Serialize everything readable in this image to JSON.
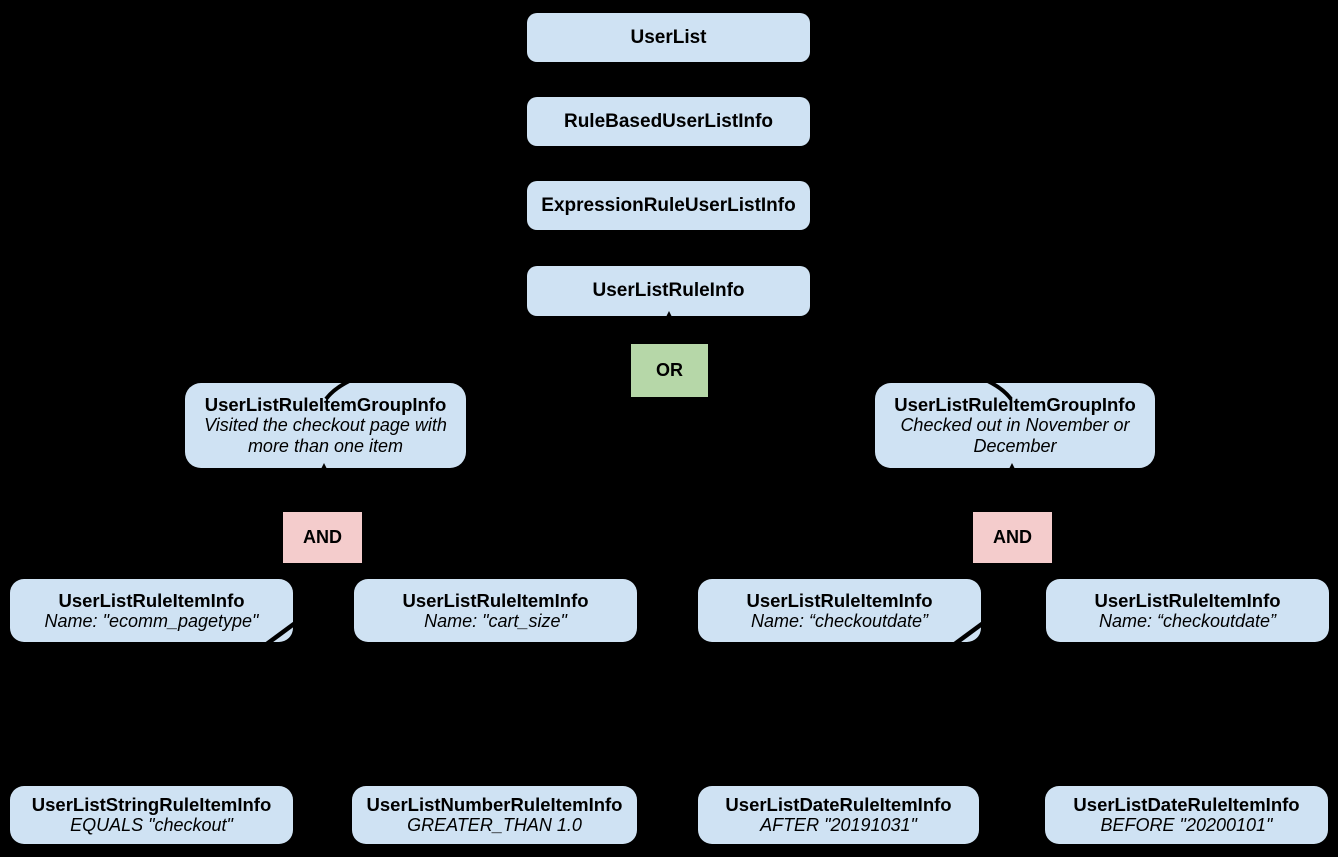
{
  "diagram": {
    "background_color": "#000000",
    "colors": {
      "class_box_fill": "#cfe2f3",
      "or_operator_fill": "#b6d7a8",
      "and_operator_fill": "#f4cccc",
      "text": "#000000",
      "connector": "#000000"
    },
    "nodes": {
      "user_list": {
        "title": "UserList"
      },
      "rule_based_user_list_info": {
        "title": "RuleBasedUserListInfo"
      },
      "expression_rule_user_list_info": {
        "title": "ExpressionRuleUserListInfo"
      },
      "user_list_rule_info": {
        "title": "UserListRuleInfo"
      },
      "or_operator": {
        "label": "OR"
      },
      "group_left": {
        "title": "UserListRuleItemGroupInfo",
        "description_lines": [
          "Visited the checkout page with",
          "more than one item"
        ]
      },
      "group_right": {
        "title": "UserListRuleItemGroupInfo",
        "description_lines": [
          "Checked out in November or",
          "December"
        ]
      },
      "and_left": {
        "label": "AND"
      },
      "and_right": {
        "label": "AND"
      },
      "rule_item_1": {
        "title": "UserListRuleItemInfo",
        "description": "Name: \"ecomm_pagetype\""
      },
      "rule_item_2": {
        "title": "UserListRuleItemInfo",
        "description": "Name: \"cart_size\""
      },
      "rule_item_3": {
        "title": "UserListRuleItemInfo",
        "description": "Name: “checkoutdate”"
      },
      "rule_item_4": {
        "title": "UserListRuleItemInfo",
        "description": "Name: “checkoutdate”"
      },
      "operand_1": {
        "title": "UserListStringRuleItemInfo",
        "description": "EQUALS \"checkout\""
      },
      "operand_2": {
        "title": "UserListNumberRuleItemInfo",
        "description": "GREATER_THAN 1.0"
      },
      "operand_3": {
        "title": "UserListDateRuleItemInfo",
        "description": "AFTER \"20191031\""
      },
      "operand_4": {
        "title": "UserListDateRuleItemInfo",
        "description": "BEFORE \"20200101\""
      }
    }
  }
}
